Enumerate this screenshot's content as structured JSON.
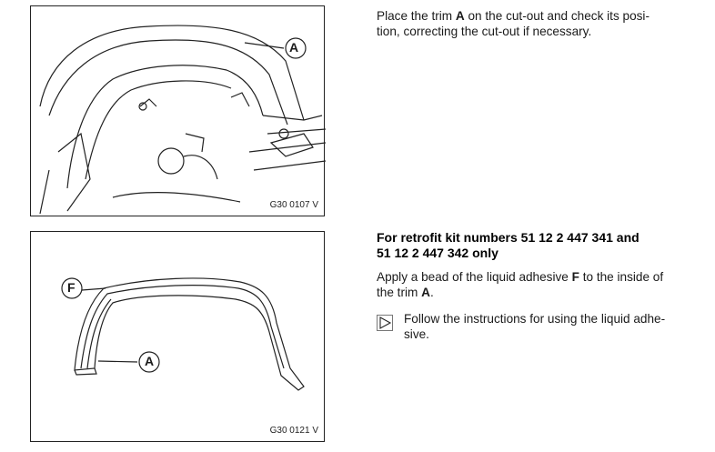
{
  "figures": [
    {
      "id": "G30 0107 V",
      "callouts": [
        "A"
      ]
    },
    {
      "id": "G30 0121 V",
      "callouts": [
        "F",
        "A"
      ]
    }
  ],
  "step1": {
    "lines": [
      [
        "Place the trim ",
        "A",
        " on the cut-out and check its posi-"
      ],
      [
        "tion, correcting the cut-out if necessary.",
        "",
        ""
      ]
    ]
  },
  "step2": {
    "heading": [
      "For retrofit kit numbers 51 12 2 447 341 and",
      "51 12 2 447 342 only"
    ],
    "lines": [
      [
        "Apply a bead of the liquid adhesive ",
        "F",
        " to the inside of"
      ],
      [
        "the trim ",
        "A",
        "."
      ]
    ],
    "note": [
      "Follow the instructions for using the liquid adhe-",
      "sive."
    ]
  }
}
